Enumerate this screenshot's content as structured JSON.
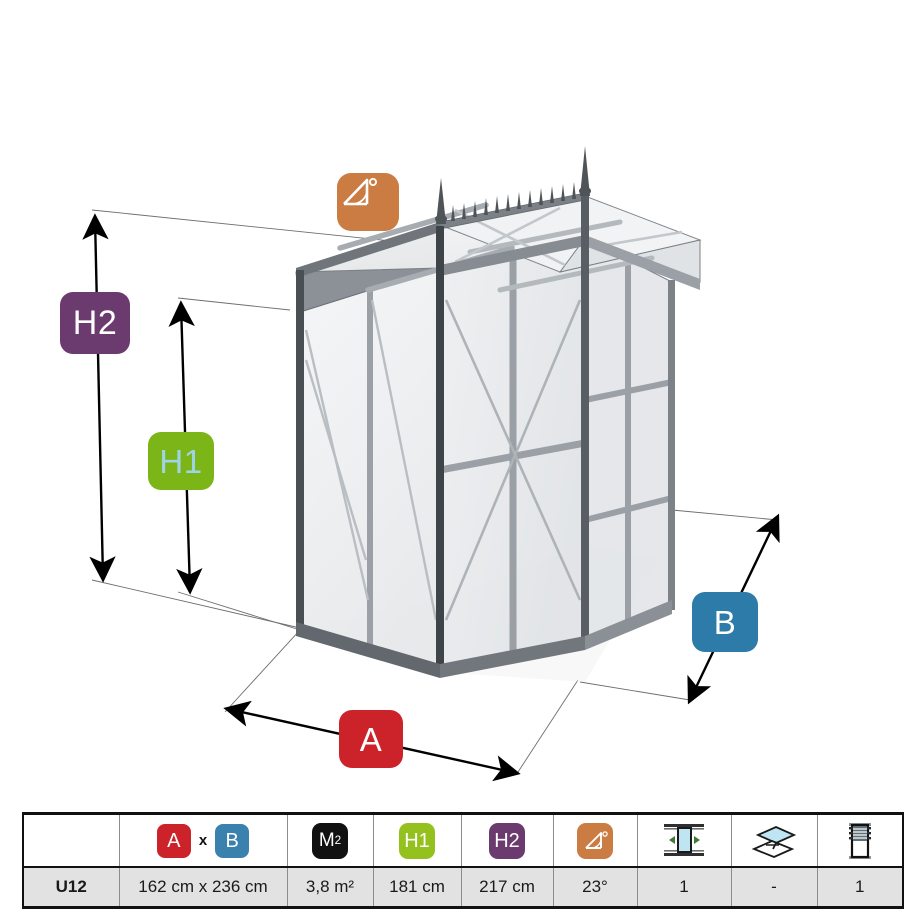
{
  "diagram": {
    "title": "Greenhouse dimension diagram",
    "labels": {
      "h2": "H2",
      "h1": "H1",
      "a": "A",
      "b": "B"
    },
    "icons": {
      "angle": "roof-angle-icon"
    }
  },
  "table": {
    "headers": {
      "model": "",
      "a_label": "A",
      "times": "x",
      "b_label": "B",
      "area_label": "M",
      "area_sup": "2",
      "h1_label": "H1",
      "h2_label": "H2",
      "angle_label": "angle-icon",
      "door_label": "sliding-door-icon",
      "roof_vent_label": "roof-window-icon",
      "louvre_label": "louvre-window-icon"
    },
    "rows": [
      {
        "model": "U12",
        "footprint": "162 cm x 236 cm",
        "area": "3,8 m²",
        "h1": "181 cm",
        "h2": "217 cm",
        "angle": "23°",
        "doors": "1",
        "roof_vents": "-",
        "louvres": "1"
      }
    ]
  },
  "colors": {
    "red": "#cc2229",
    "blue": "#2d7ba8",
    "green": "#7cb518",
    "purple": "#6b3a6e",
    "orange": "#ca7c42",
    "black": "#111111"
  }
}
